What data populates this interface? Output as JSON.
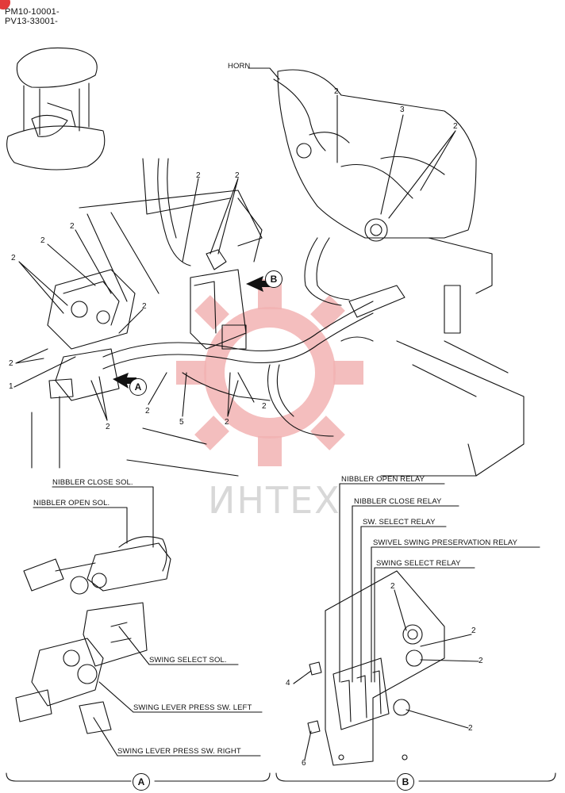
{
  "header": {
    "line1": "PM10-10001-",
    "line2": "PV13-33001-"
  },
  "watermark": "ИНТЕХ",
  "callouts": {
    "a": "A",
    "b": "B"
  },
  "labels": {
    "horn": "HORN",
    "nibbler_close_sol": "NIBBLER CLOSE SOL.",
    "nibbler_open_sol": "NIBBLER OPEN SOL.",
    "swing_select_sol": "SWING SELECT SOL.",
    "swing_lever_left": "SWING LEVER PRESS SW. LEFT",
    "swing_lever_right": "SWING LEVER PRESS SW. RIGHT",
    "nibbler_open_relay": "NIBBLER OPEN RELAY",
    "nibbler_close_relay": "NIBBLER CLOSE RELAY",
    "sw_select_relay": "SW. SELECT RELAY",
    "swivel_swing_relay": "SWIVEL SWING PRESERVATION RELAY",
    "swing_select_relay": "SWING SELECT RELAY"
  },
  "numbers": [
    "2",
    "3",
    "2",
    "2",
    "2",
    "2",
    "2",
    "2",
    "2",
    "1",
    "2",
    "2",
    "5",
    "2",
    "2",
    "2",
    "2",
    "2",
    "2",
    "4",
    "6"
  ],
  "accent": "#e23a3a",
  "watermark_color": "#f2b3b3"
}
